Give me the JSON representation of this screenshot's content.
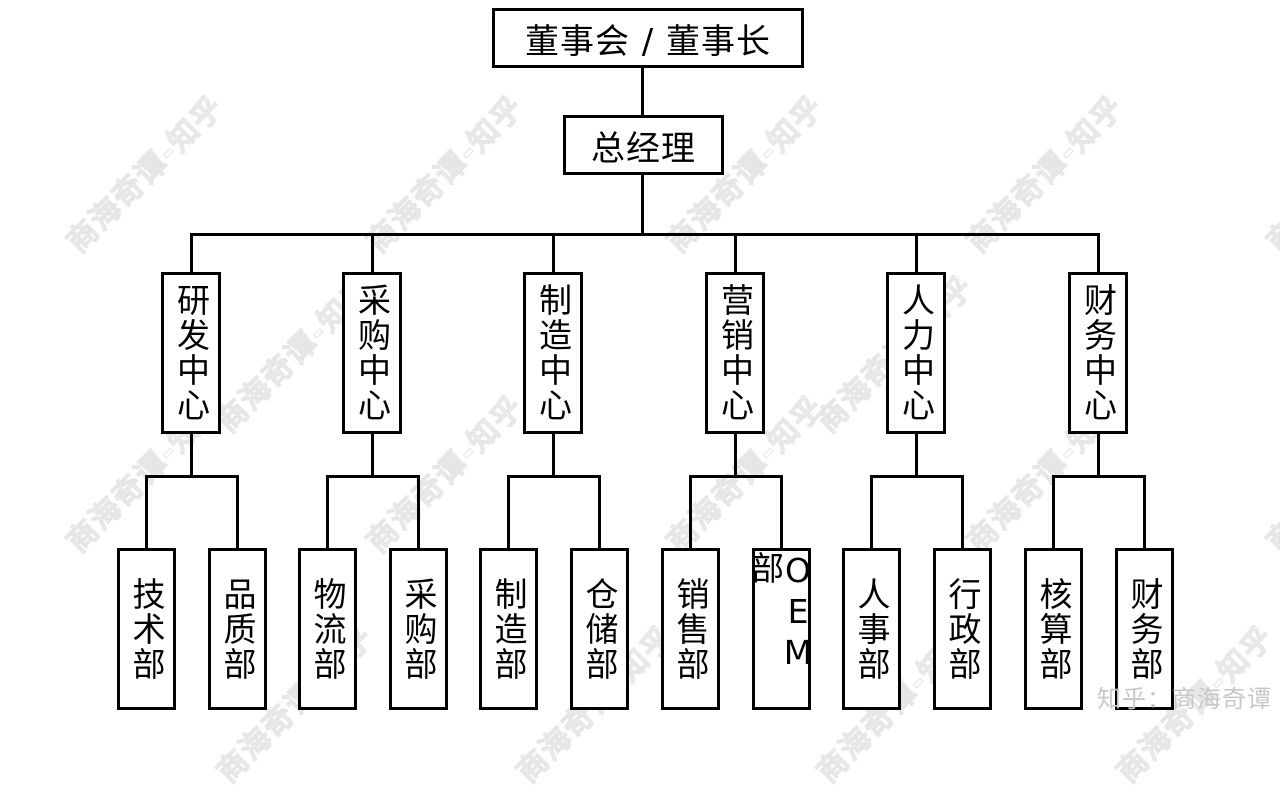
{
  "diagram": {
    "type": "org-chart",
    "board": "董事会 / 董事长",
    "gm": "总经理",
    "centers": [
      {
        "name": "研发中心",
        "departments": [
          "技术部",
          "品质部"
        ]
      },
      {
        "name": "采购中心",
        "departments": [
          "物流部",
          "采购部"
        ]
      },
      {
        "name": "制造中心",
        "departments": [
          "制造部",
          "仓储部"
        ]
      },
      {
        "name": "营销中心",
        "departments": [
          "销售部",
          "OEM部"
        ]
      },
      {
        "name": "人力中心",
        "departments": [
          "人事部",
          "行政部"
        ]
      },
      {
        "name": "财务中心",
        "departments": [
          "核算部",
          "财务部"
        ]
      }
    ]
  },
  "watermark": "商海奇谭-知乎",
  "footer": "知乎：商海奇谭"
}
